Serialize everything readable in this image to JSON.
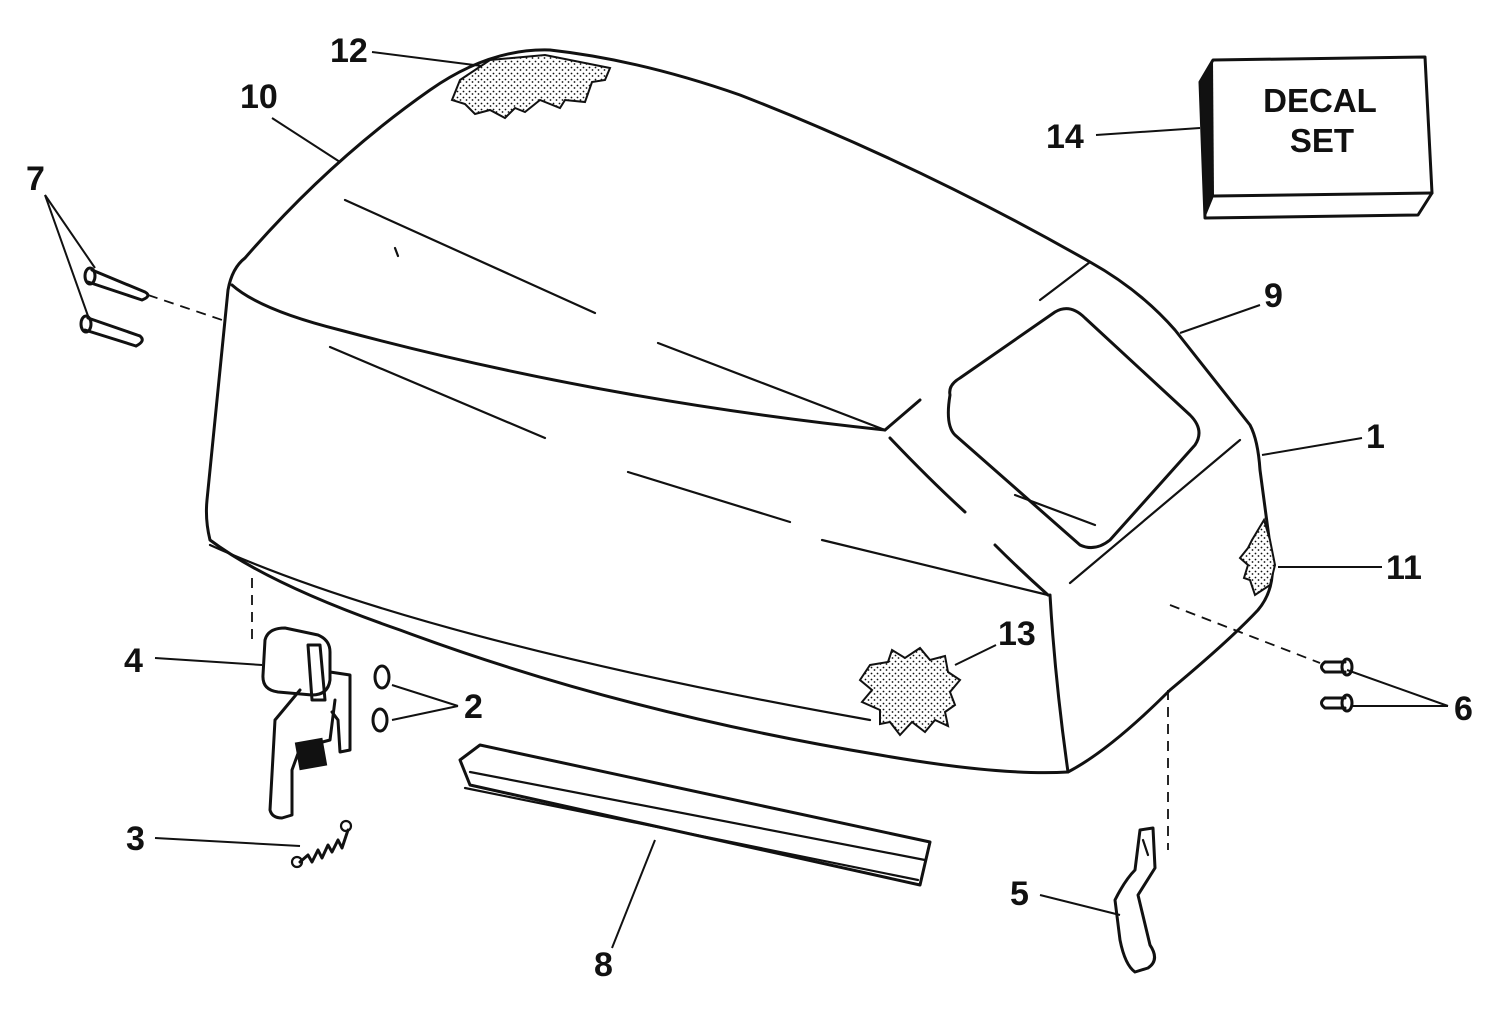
{
  "callouts": {
    "c1": "1",
    "c2": "2",
    "c3": "3",
    "c4": "4",
    "c5": "5",
    "c6": "6",
    "c7": "7",
    "c8": "8",
    "c9": "9",
    "c10": "10",
    "c11": "11",
    "c12": "12",
    "c13": "13",
    "c14": "14"
  },
  "decal_box": {
    "line1": "DECAL",
    "line2": "SET"
  }
}
